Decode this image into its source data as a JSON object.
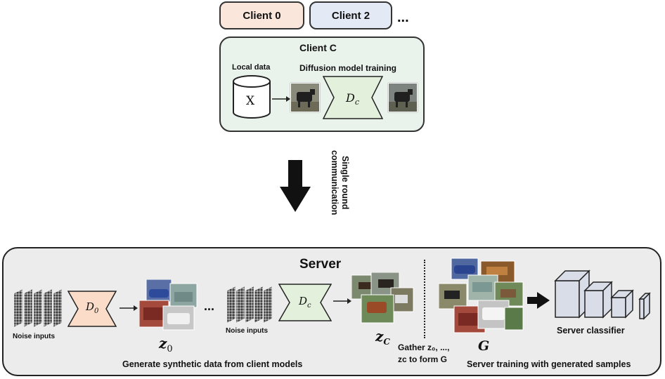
{
  "clients": {
    "client0": "Client 0",
    "client2": "Client 2",
    "ellipsis": "...",
    "clientC": "Client C",
    "local_data": "Local data",
    "dataset_symbol": "X",
    "diffusion_training": "Diffusion model training",
    "model_label": "D",
    "model_sub": "c"
  },
  "communication": {
    "line1": "Single round",
    "line2": "communication"
  },
  "server": {
    "title": "Server",
    "noise_inputs_1": "Noise inputs",
    "noise_inputs_2": "Noise inputs",
    "d0_label": "D",
    "d0_sub": "0",
    "dc_label": "D",
    "dc_sub": "c",
    "dots": "...",
    "z0": "z",
    "z0_sub": "0",
    "zc": "z",
    "zc_sub": "C",
    "generate_caption": "Generate synthetic data from client models",
    "gather_line1": "Gather z₀, ...,",
    "gather_line2": "zᴄ to form G",
    "G": "G",
    "classifier": "Server classifier",
    "training_caption": "Server training with generated samples"
  },
  "colors": {
    "client0_fill": "#fbe6dc",
    "client2_fill": "#e3e9f5",
    "clientC_fill": "#eaf2ec",
    "server_fill": "#ececec",
    "d0_fill": "#fbdcc8",
    "dc_fill": "#e3f1dc",
    "classifier_fill": "#d9dde8"
  }
}
